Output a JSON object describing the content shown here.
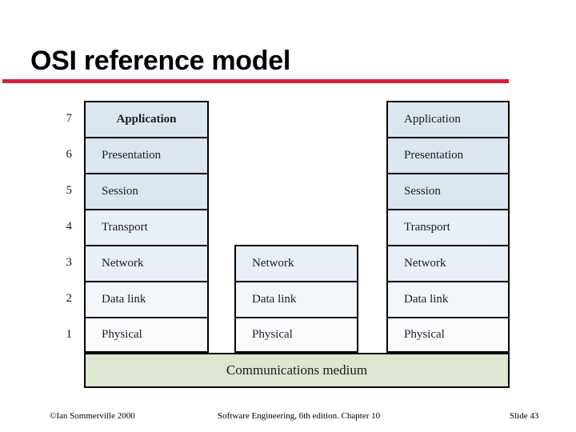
{
  "slide": {
    "title": "OSI reference model",
    "accent_color": "#D9203C"
  },
  "diagram": {
    "name": "osi-reference-model",
    "layer_fill_color": "#DCE6F1",
    "medium_fill_color": "#DCE6D0",
    "border_color": "#000000",
    "layer_numbers": [
      "7",
      "6",
      "5",
      "4",
      "3",
      "2",
      "1"
    ],
    "columns": [
      {
        "id": "left-host",
        "layers": [
          "Application",
          "Presentation",
          "Session",
          "Transport",
          "Network",
          "Data link",
          "Physical"
        ]
      },
      {
        "id": "intermediate-node",
        "layers": [
          "Network",
          "Data link",
          "Physical"
        ]
      },
      {
        "id": "right-host",
        "layers": [
          "Application",
          "Presentation",
          "Session",
          "Transport",
          "Network",
          "Data link",
          "Physical"
        ]
      }
    ],
    "communications_medium": "Communications medium"
  },
  "footer": {
    "copyright": "©Ian Sommerville 2000",
    "source": "Software Engineering, 6th edition. Chapter 10",
    "slide_number": "Slide 43"
  }
}
